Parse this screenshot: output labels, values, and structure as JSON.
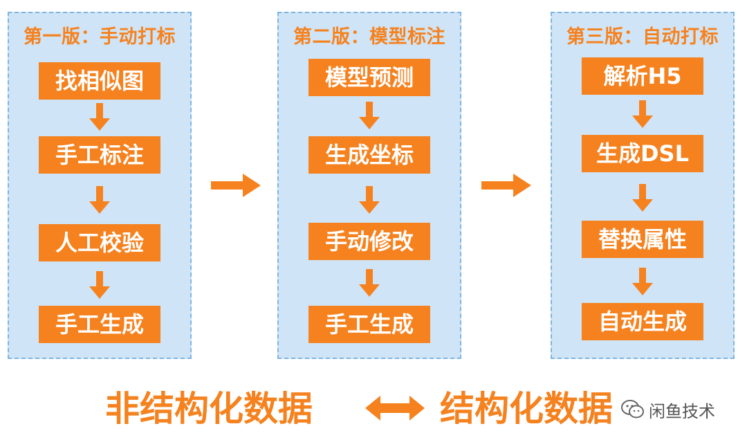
{
  "panels": [
    {
      "title": "第一版：手动打标",
      "steps": [
        "找相似图",
        "手工标注",
        "人工校验",
        "手工生成"
      ]
    },
    {
      "title": "第二版：模型标注",
      "steps": [
        "模型预测",
        "生成坐标",
        "手动修改",
        "手工生成"
      ]
    },
    {
      "title": "第三版：自动打标",
      "steps": [
        "解析H5",
        "生成DSL",
        "替换属性",
        "自动生成"
      ]
    }
  ],
  "bottom": {
    "left_label": "非结构化数据",
    "right_label": "结构化数据"
  },
  "watermark": {
    "text": "闲鱼技术"
  },
  "colors": {
    "accent": "#f5821f",
    "panel_fill": "#cfe4f6",
    "panel_border": "#7fb4e0"
  }
}
